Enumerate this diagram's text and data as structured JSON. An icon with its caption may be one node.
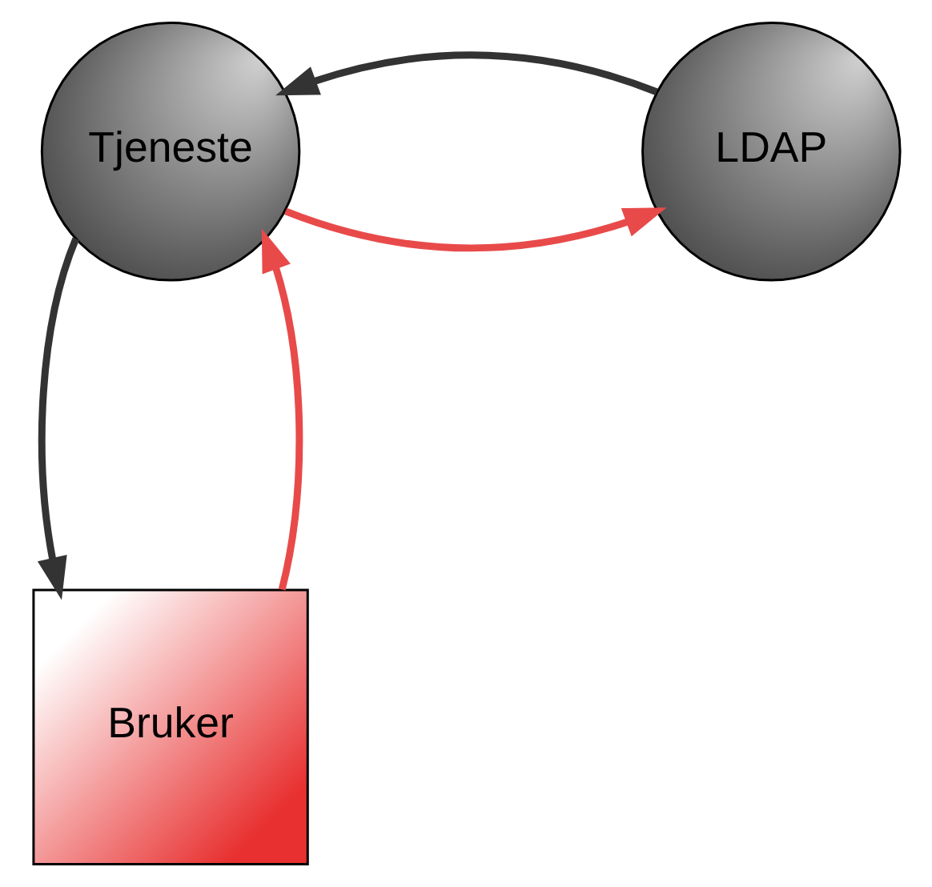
{
  "diagram": {
    "nodes": [
      {
        "text": [
          "Tjeneste"
        ]
      },
      {
        "text": [
          "LDAP"
        ]
      },
      {
        "text": [
          "Bruker"
        ]
      }
    ],
    "edges": [
      {
        "from": 0,
        "to": 1,
        "arrow": "to",
        "color": "#e84a4a"
      },
      {
        "from": 1,
        "to": 0,
        "arrow": "to",
        "color": "#333333"
      },
      {
        "from": 0,
        "to": 2,
        "arrow": "to",
        "color": "#333333"
      },
      {
        "from": 2,
        "to": 0,
        "arrow": "to",
        "color": "#e84a4a"
      }
    ]
  }
}
